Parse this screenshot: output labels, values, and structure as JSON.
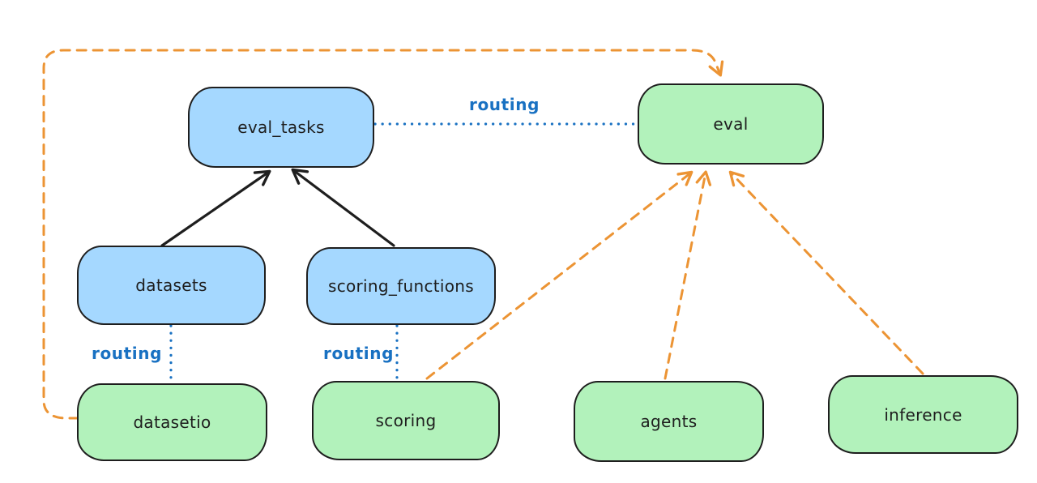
{
  "diagram": {
    "nodes": [
      {
        "id": "eval_tasks",
        "label": "eval_tasks",
        "variant": "blue"
      },
      {
        "id": "eval",
        "label": "eval",
        "variant": "green"
      },
      {
        "id": "datasets",
        "label": "datasets",
        "variant": "blue"
      },
      {
        "id": "scoring_functions",
        "label": "scoring_functions",
        "variant": "blue"
      },
      {
        "id": "datasetio",
        "label": "datasetio",
        "variant": "green"
      },
      {
        "id": "scoring",
        "label": "scoring",
        "variant": "green"
      },
      {
        "id": "agents",
        "label": "agents",
        "variant": "green"
      },
      {
        "id": "inference",
        "label": "inference",
        "variant": "green"
      }
    ],
    "edges": [
      {
        "from": "datasets",
        "to": "eval_tasks",
        "style": "solid",
        "color": "#1e1e1e",
        "label": ""
      },
      {
        "from": "scoring_functions",
        "to": "eval_tasks",
        "style": "solid",
        "color": "#1e1e1e",
        "label": ""
      },
      {
        "from": "eval_tasks",
        "to": "eval",
        "style": "dotted",
        "color": "#1971c2",
        "label": "routing"
      },
      {
        "from": "datasets",
        "to": "datasetio",
        "style": "dotted",
        "color": "#1971c2",
        "label": "routing"
      },
      {
        "from": "scoring_functions",
        "to": "scoring",
        "style": "dotted",
        "color": "#1971c2",
        "label": "routing"
      },
      {
        "from": "datasetio",
        "to": "eval",
        "style": "dashed",
        "color": "#ec9434",
        "label": ""
      },
      {
        "from": "scoring",
        "to": "eval",
        "style": "dashed",
        "color": "#ec9434",
        "label": ""
      },
      {
        "from": "agents",
        "to": "eval",
        "style": "dashed",
        "color": "#ec9434",
        "label": ""
      },
      {
        "from": "inference",
        "to": "eval",
        "style": "dashed",
        "color": "#ec9434",
        "label": ""
      }
    ],
    "colors": {
      "blue_fill": "#a5d8ff",
      "green_fill": "#b2f2bb",
      "stroke": "#1e1e1e",
      "orange": "#ec9434",
      "routing_blue": "#1971c2",
      "background": "#ffffff"
    }
  }
}
